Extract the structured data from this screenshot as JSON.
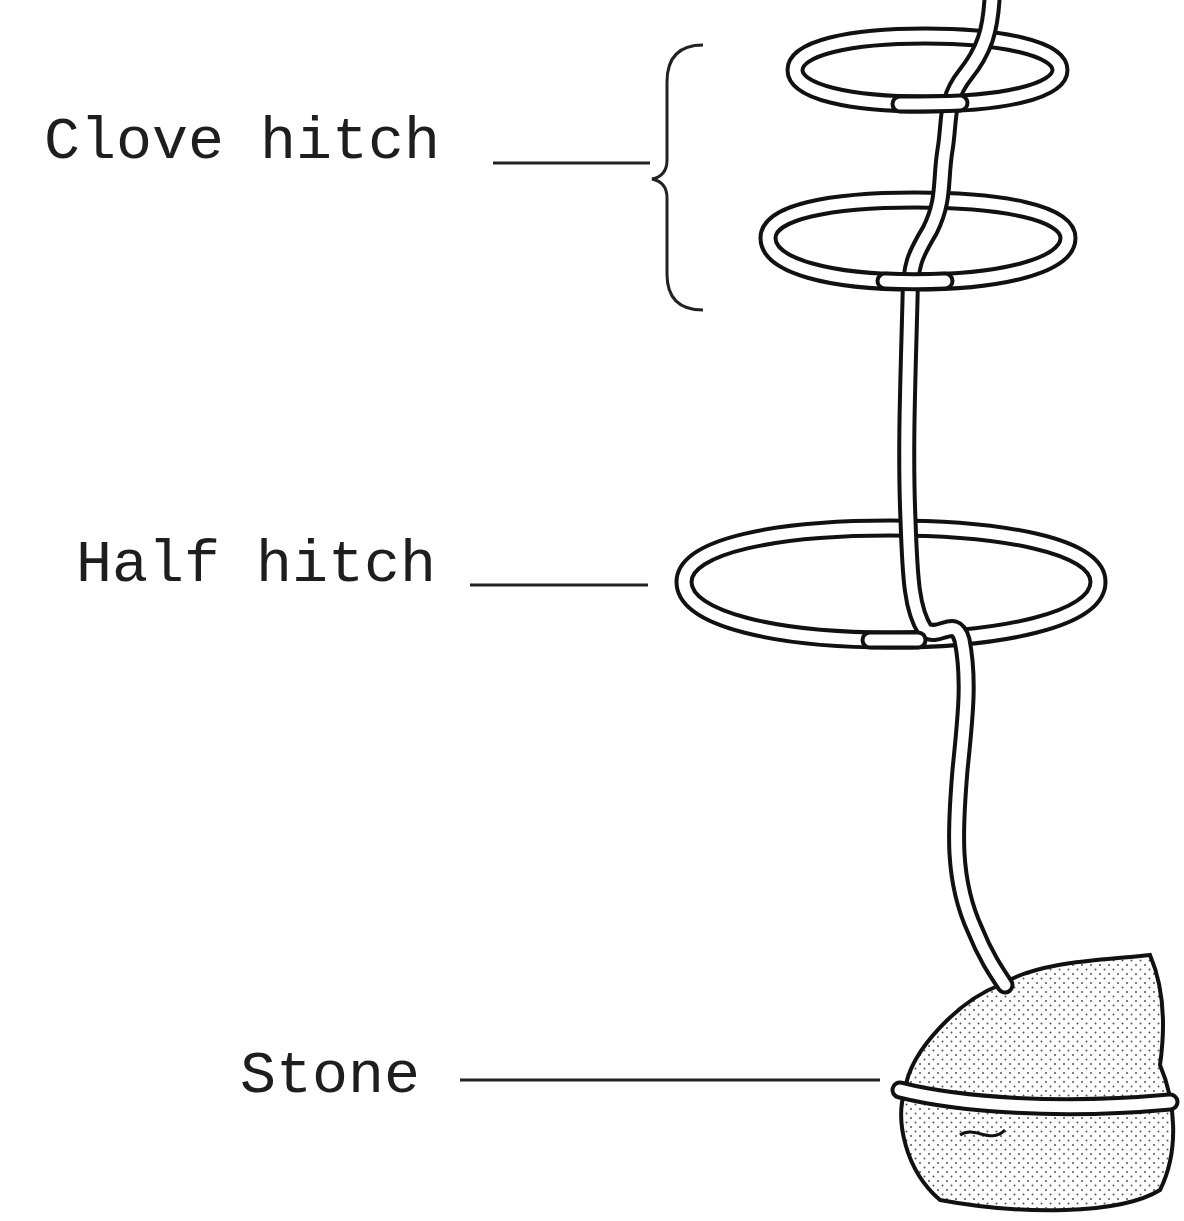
{
  "diagram": {
    "labels": [
      "Clove hitch",
      "Half hitch",
      "Stone"
    ]
  }
}
